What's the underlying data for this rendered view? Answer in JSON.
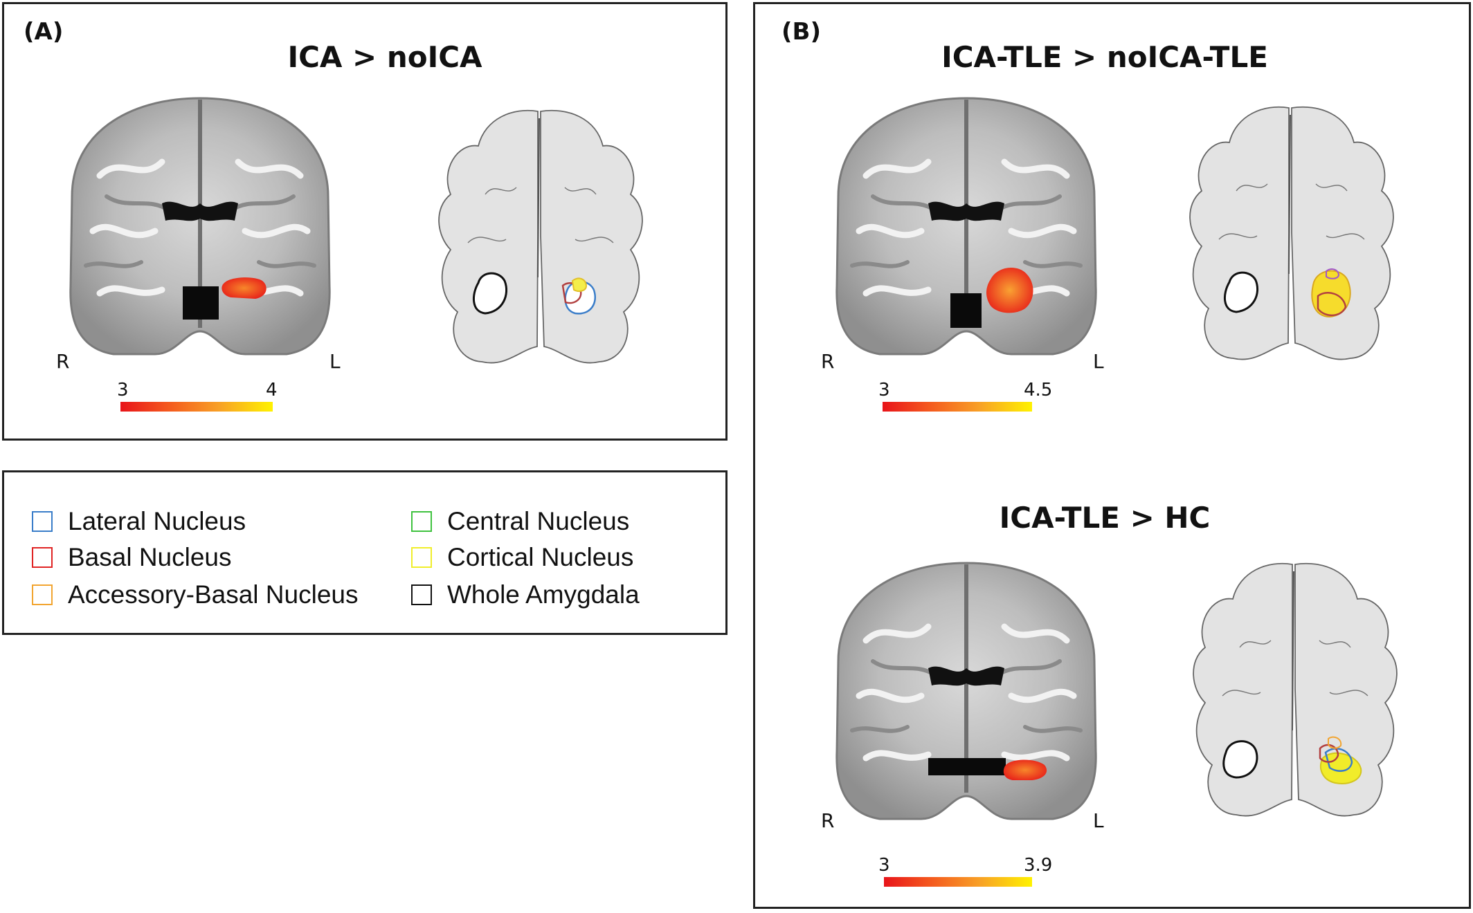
{
  "panel_a": {
    "label": "(A)",
    "title": "ICA > noICA",
    "left_label": "R",
    "right_label": "L",
    "scale_min": "3",
    "scale_max": "4"
  },
  "panel_b": {
    "label": "(B)",
    "top": {
      "title": "ICA-TLE > noICA-TLE",
      "left_label": "R",
      "right_label": "L",
      "scale_min": "3",
      "scale_max": "4.5"
    },
    "bottom": {
      "title": "ICA-TLE > HC",
      "left_label": "R",
      "right_label": "L",
      "scale_min": "3",
      "scale_max": "3.9"
    }
  },
  "legend": {
    "items": [
      {
        "label": "Lateral Nucleus",
        "color": "#3a7dc9"
      },
      {
        "label": "Basal Nucleus",
        "color": "#e02424"
      },
      {
        "label": "Accessory-Basal Nucleus",
        "color": "#f2a531"
      },
      {
        "label": "Central Nucleus",
        "color": "#3fc23f"
      },
      {
        "label": "Cortical Nucleus",
        "color": "#f0ee2a"
      },
      {
        "label": "Whole Amygdala",
        "color": "#111111"
      }
    ]
  },
  "colorbar": {
    "low_color": "#e8141a",
    "high_color": "#fff200"
  }
}
